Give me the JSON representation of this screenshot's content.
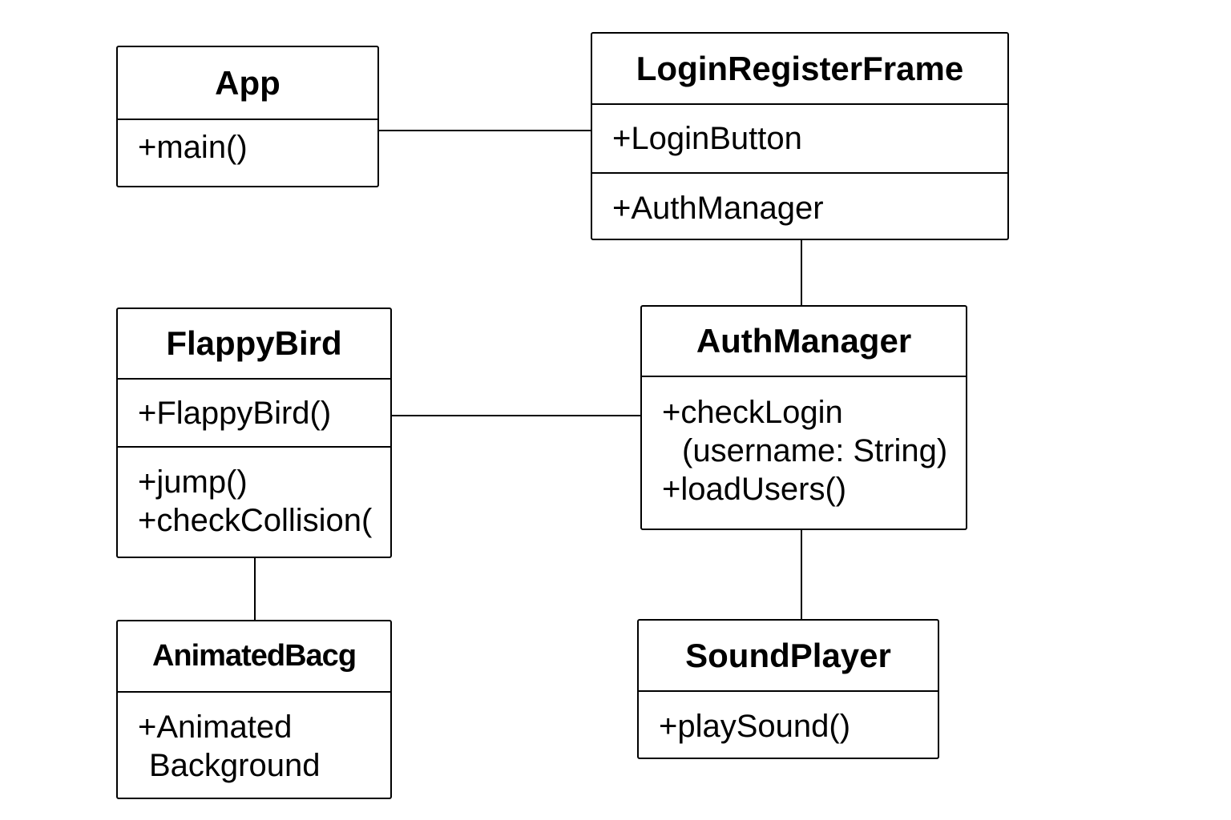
{
  "classes": {
    "app": {
      "name": "App",
      "sections": [
        [
          "+main()"
        ]
      ]
    },
    "login_register_frame": {
      "name": "LoginRegisterFrame",
      "sections": [
        [
          "+LoginButton"
        ],
        [
          "+AuthManager"
        ]
      ]
    },
    "flappy_bird": {
      "name": "FlappyBird",
      "sections": [
        [
          "+FlappyBird()"
        ],
        [
          "+jump()",
          "+checkCollision("
        ]
      ]
    },
    "auth_manager": {
      "name": "AuthManager",
      "sections": [
        [
          "+checkLogin",
          "(username: String)",
          "+loadUsers()"
        ]
      ]
    },
    "animated_background": {
      "name": "AnimatedBacg",
      "sections": [
        [
          "+Animated",
          "Background"
        ]
      ]
    },
    "sound_player": {
      "name": "SoundPlayer",
      "sections": [
        [
          "+playSound()"
        ]
      ]
    }
  },
  "associations": [
    {
      "from": "App",
      "to": "LoginRegisterFrame"
    },
    {
      "from": "LoginRegisterFrame",
      "to": "AuthManager"
    },
    {
      "from": "FlappyBird",
      "to": "AuthManager"
    },
    {
      "from": "FlappyBird",
      "to": "AnimatedBacg"
    },
    {
      "from": "AuthManager",
      "to": "SoundPlayer"
    }
  ]
}
